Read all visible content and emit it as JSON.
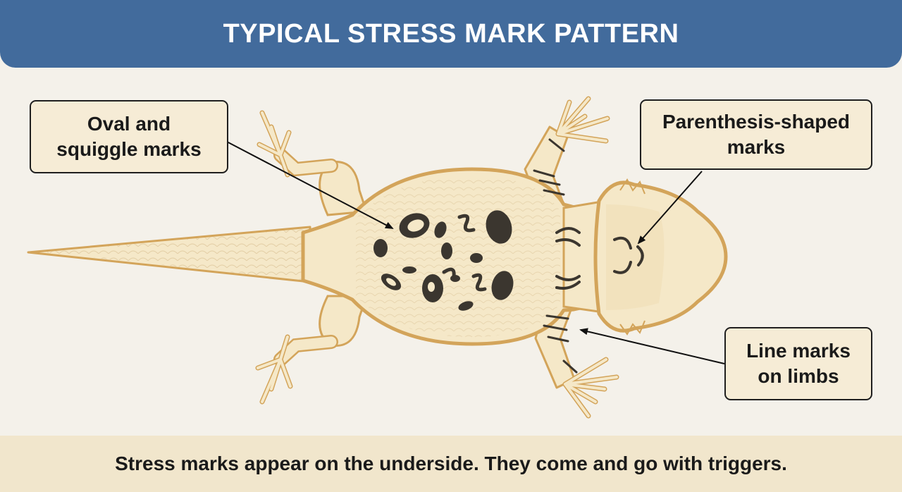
{
  "header": {
    "title": "TYPICAL STRESS MARK PATTERN"
  },
  "callouts": {
    "oval": {
      "line1": "Oval and",
      "line2": "squiggle marks"
    },
    "parenthesis": {
      "line1": "Parenthesis-shaped",
      "line2": "marks"
    },
    "limbs": {
      "line1": "Line marks",
      "line2": "on limbs"
    }
  },
  "footer": {
    "caption": "Stress marks appear on the underside. They come and go with triggers."
  },
  "colors": {
    "header": "#426b9c",
    "background": "#f4f1ea",
    "footer": "#f1e6cc",
    "callout": "#f6ecd6",
    "body_fill": "#f5e8c8",
    "body_outline": "#d3a45a",
    "marks": "#3b362f"
  }
}
